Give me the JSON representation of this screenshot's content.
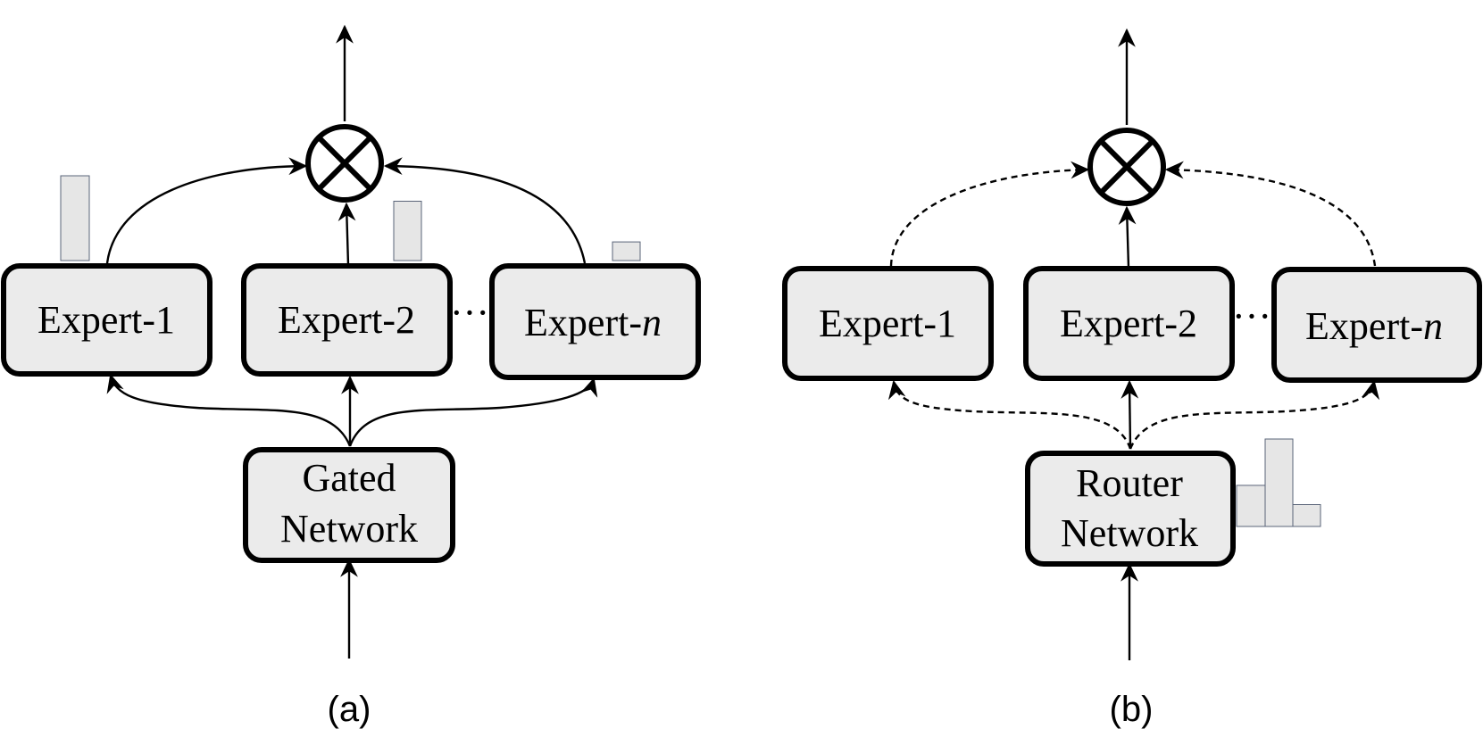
{
  "panel_a": {
    "experts": [
      "Expert-1",
      "Expert-2",
      "Expert-"
    ],
    "expert_n_suffix": "n",
    "ellipsis": "···",
    "gate_line1": "Gated",
    "gate_line2": "Network",
    "caption": "(a)",
    "connection_style": "solid",
    "weight_bars": [
      1.0,
      0.7,
      0.22
    ]
  },
  "panel_b": {
    "experts": [
      "Expert-1",
      "Expert-2",
      "Expert-"
    ],
    "expert_n_suffix": "n",
    "ellipsis": "···",
    "gate_line1": "Router",
    "gate_line2": "Network",
    "caption": "(b)",
    "connection_style": "dashed",
    "weight_bars": [
      0.47,
      1.0,
      0.25
    ]
  },
  "icons": {
    "combiner": "circled-times-icon",
    "arrow": "arrow-icon"
  },
  "colors": {
    "box_fill": "#ebebeb",
    "stroke": "#000000",
    "bar_fill": "#e6e6e6",
    "bar_stroke": "#5a6478"
  }
}
